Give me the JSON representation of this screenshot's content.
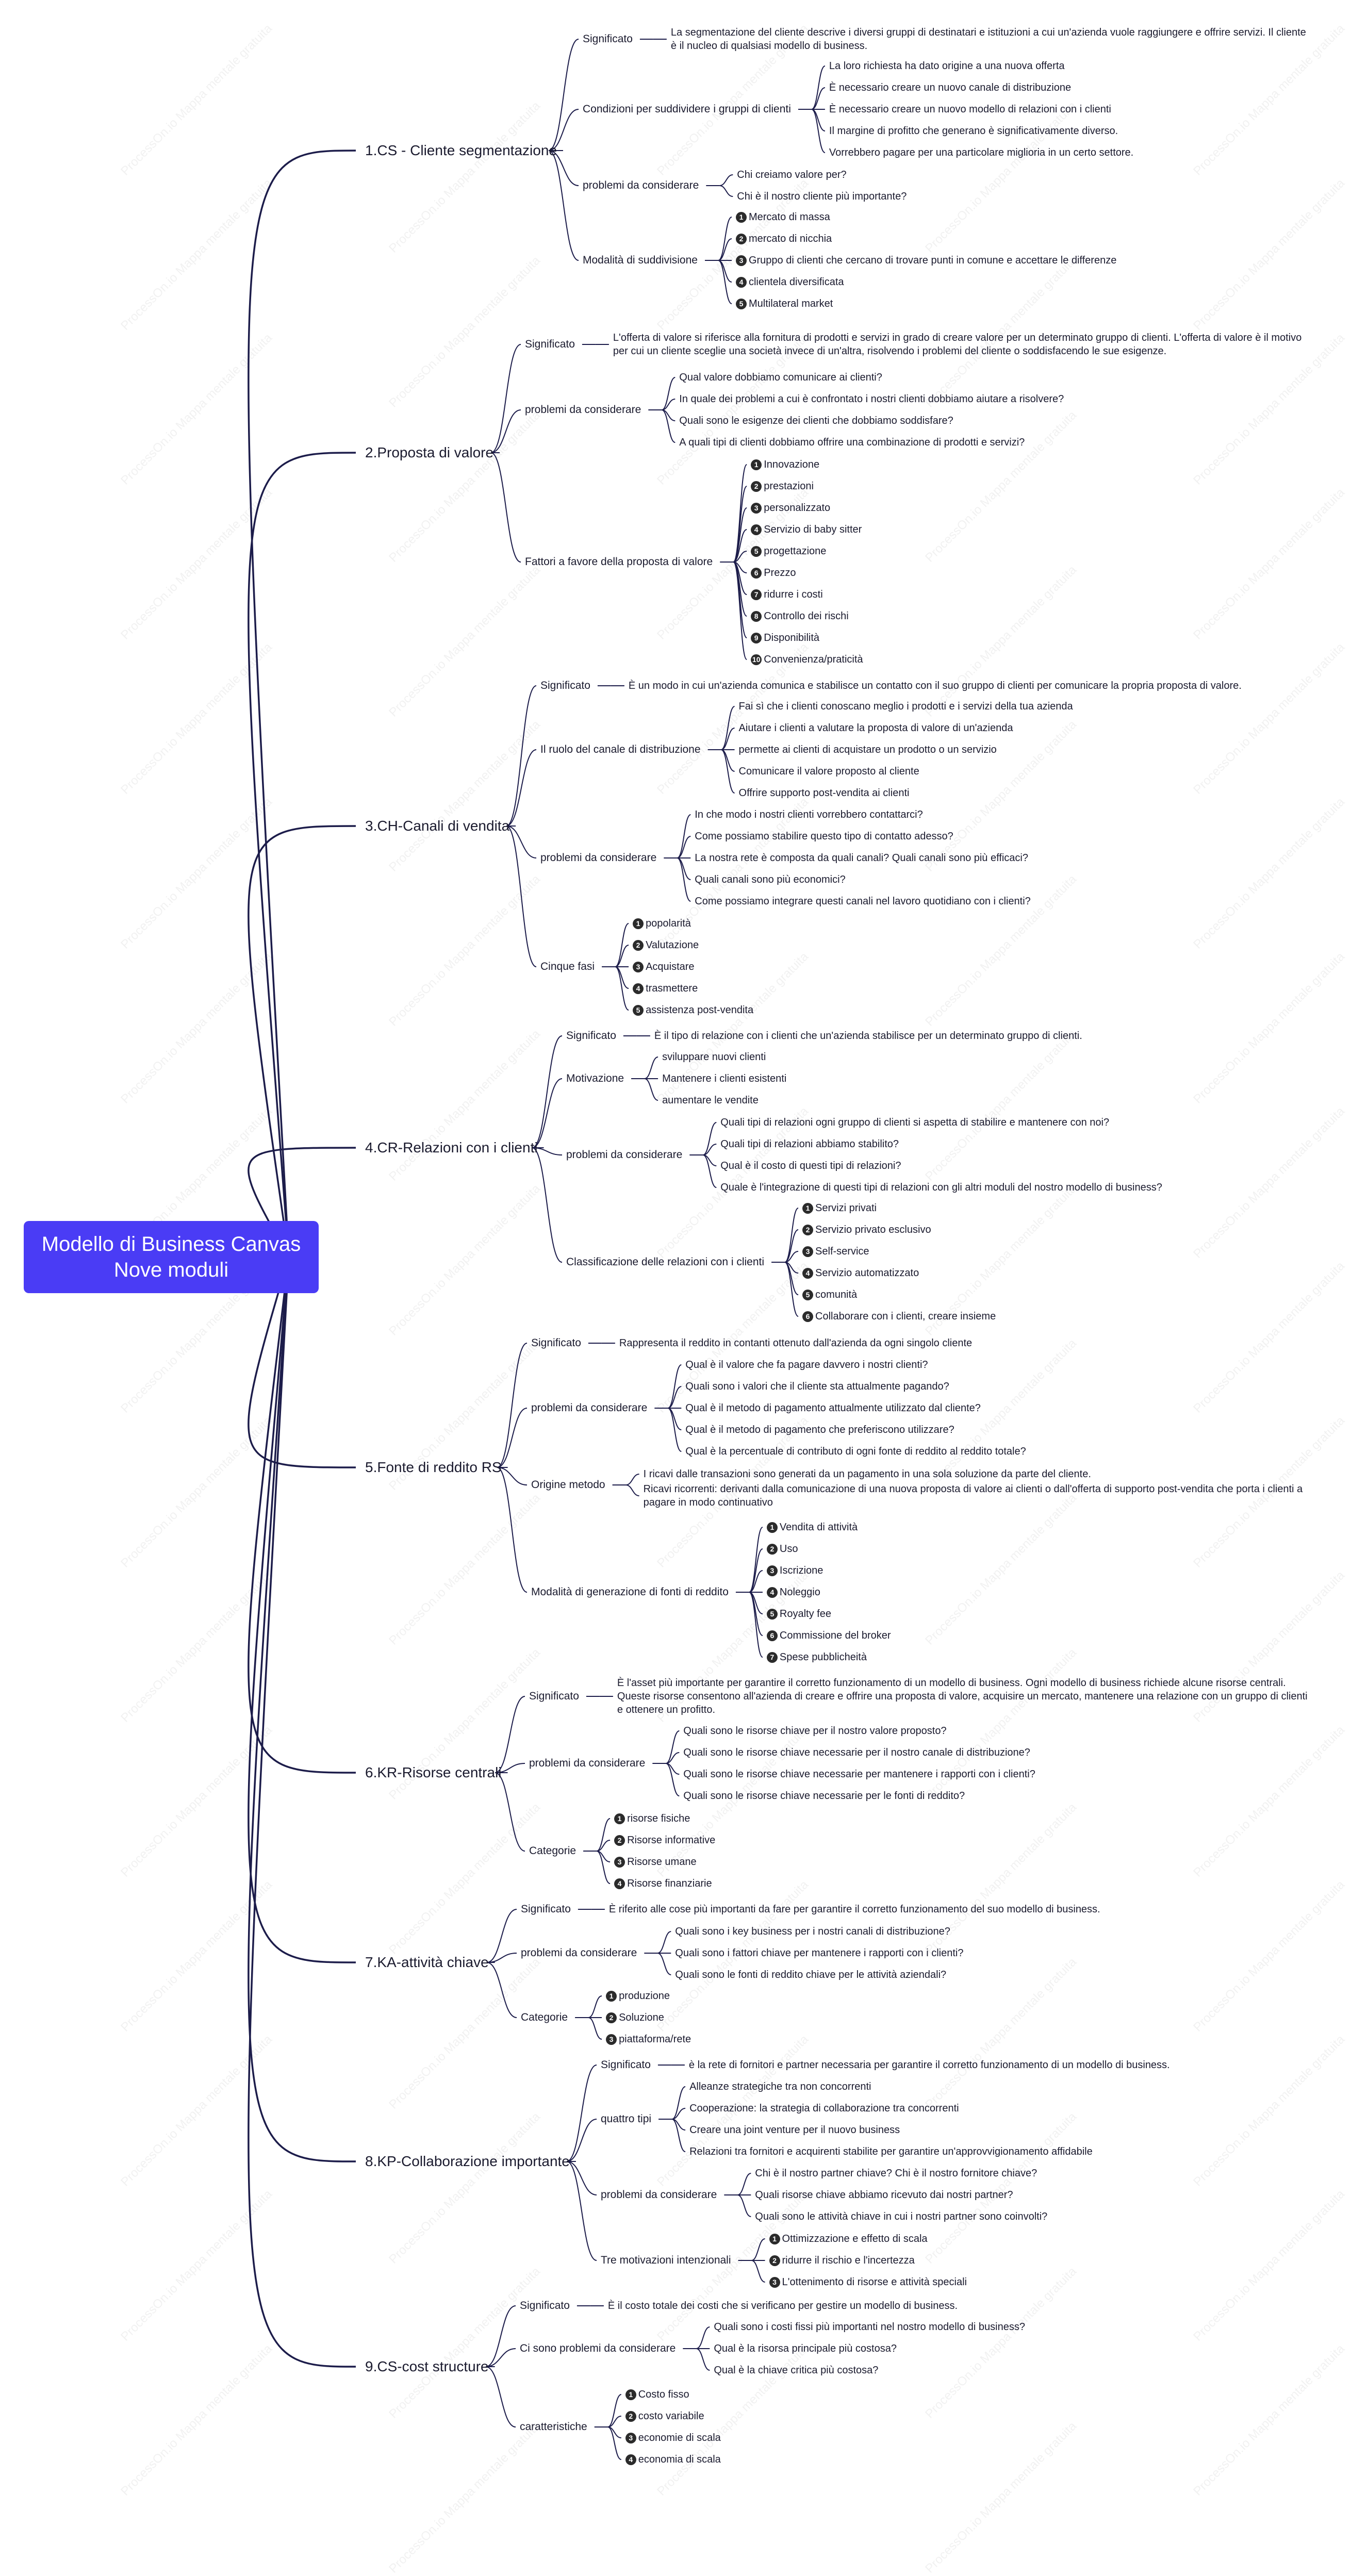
{
  "root": {
    "line1": "Modello di Business Canvas",
    "line2": "Nove moduli"
  },
  "watermark": "ProcessOn.io Mappa mentale gratuita",
  "colors": {
    "root_bg": "#4a3cf5",
    "line": "#1c1c4a",
    "text": "#1a1a2e"
  },
  "branches": [
    {
      "label": "1.CS - Cliente segmentazione",
      "children": [
        {
          "label": "Significato",
          "leaves": [
            {
              "text": "La segmentazione del cliente descrive i diversi gruppi di destinatari e istituzioni a cui un'azienda vuole raggiungere e offrire servizi. Il cliente è il nucleo di qualsiasi modello di business."
            }
          ]
        },
        {
          "label": "Condizioni per suddividere i gruppi di clienti",
          "leaves": [
            {
              "text": "La loro richiesta ha dato origine a una nuova offerta"
            },
            {
              "text": "È necessario creare un nuovo canale di distribuzione"
            },
            {
              "text": "È necessario creare un nuovo modello di relazioni con i clienti"
            },
            {
              "text": "Il margine di profitto che generano è significativamente diverso."
            },
            {
              "text": "Vorrebbero pagare per una particolare miglioria in un certo settore."
            }
          ]
        },
        {
          "label": "problemi da considerare",
          "leaves": [
            {
              "text": "Chi creiamo valore per?"
            },
            {
              "text": "Chi è il nostro cliente più importante?"
            }
          ]
        },
        {
          "label": "Modalità di suddivisione",
          "leaves": [
            {
              "n": "1",
              "text": "Mercato di massa"
            },
            {
              "n": "2",
              "text": "mercato di nicchia"
            },
            {
              "n": "3",
              "text": "Gruppo di clienti che cercano di trovare punti in comune e accettare le differenze"
            },
            {
              "n": "4",
              "text": "clientela diversificata"
            },
            {
              "n": "5",
              "text": "Multilateral market"
            }
          ]
        }
      ]
    },
    {
      "label": "2.Proposta di valore",
      "children": [
        {
          "label": "Significato",
          "leaves": [
            {
              "text": "L'offerta di valore si riferisce alla fornitura di prodotti e servizi in grado di creare valore per un determinato gruppo di clienti. L'offerta di valore è il motivo per cui un cliente sceglie una società invece di un'altra, risolvendo i problemi del cliente o soddisfacendo le sue esigenze."
            }
          ]
        },
        {
          "label": "problemi da considerare",
          "leaves": [
            {
              "text": "Qual valore dobbiamo comunicare ai clienti?"
            },
            {
              "text": "In quale dei problemi a cui è confrontato i nostri clienti dobbiamo aiutare a risolvere?"
            },
            {
              "text": "Quali sono le esigenze dei clienti che dobbiamo soddisfare?"
            },
            {
              "text": "A quali tipi di clienti dobbiamo offrire una combinazione di prodotti e servizi?"
            }
          ]
        },
        {
          "label": "Fattori a favore della proposta di valore",
          "leaves": [
            {
              "n": "1",
              "text": "Innovazione"
            },
            {
              "n": "2",
              "text": "prestazioni"
            },
            {
              "n": "3",
              "text": "personalizzato"
            },
            {
              "n": "4",
              "text": "Servizio di baby sitter"
            },
            {
              "n": "5",
              "text": "progettazione"
            },
            {
              "n": "6",
              "text": "Prezzo"
            },
            {
              "n": "7",
              "text": "ridurre i costi"
            },
            {
              "n": "8",
              "text": "Controllo dei rischi"
            },
            {
              "n": "9",
              "text": "Disponibilità"
            },
            {
              "n": "10",
              "text": "Convenienza/praticità"
            }
          ]
        }
      ]
    },
    {
      "label": "3.CH-Canali di vendita",
      "children": [
        {
          "label": "Significato",
          "leaves": [
            {
              "text": "È un modo in cui un'azienda comunica e stabilisce un contatto con il suo gruppo di clienti per comunicare la propria proposta di valore."
            }
          ]
        },
        {
          "label": "Il ruolo del canale di distribuzione",
          "leaves": [
            {
              "text": "Fai sì che i clienti conoscano meglio i prodotti e i servizi della tua azienda"
            },
            {
              "text": "Aiutare i clienti a valutare la proposta di valore di un'azienda"
            },
            {
              "text": "permette ai clienti di acquistare un prodotto o un servizio"
            },
            {
              "text": "Comunicare il valore proposto al cliente"
            },
            {
              "text": "Offrire supporto post-vendita ai clienti"
            }
          ]
        },
        {
          "label": "problemi da considerare",
          "leaves": [
            {
              "text": "In che modo i nostri clienti vorrebbero contattarci?"
            },
            {
              "text": "Come possiamo stabilire questo tipo di contatto adesso?"
            },
            {
              "text": "La nostra rete è composta da quali canali? Quali canali sono più efficaci?"
            },
            {
              "text": "Quali canali sono più economici?"
            },
            {
              "text": "Come possiamo integrare questi canali nel lavoro quotidiano con i clienti?"
            }
          ]
        },
        {
          "label": "Cinque fasi",
          "leaves": [
            {
              "n": "1",
              "text": "popolarità"
            },
            {
              "n": "2",
              "text": "Valutazione"
            },
            {
              "n": "3",
              "text": "Acquistare"
            },
            {
              "n": "4",
              "text": "trasmettere"
            },
            {
              "n": "5",
              "text": "assistenza post-vendita"
            }
          ]
        }
      ]
    },
    {
      "label": "4.CR-Relazioni con i clienti",
      "children": [
        {
          "label": "Significato",
          "leaves": [
            {
              "text": "È il tipo di relazione con i clienti che un'azienda stabilisce per un determinato gruppo di clienti."
            }
          ]
        },
        {
          "label": "Motivazione",
          "leaves": [
            {
              "text": "sviluppare nuovi clienti"
            },
            {
              "text": "Mantenere i clienti esistenti"
            },
            {
              "text": "aumentare le vendite"
            }
          ]
        },
        {
          "label": "problemi da considerare",
          "leaves": [
            {
              "text": "Quali tipi di relazioni ogni gruppo di clienti si aspetta di stabilire e mantenere con noi?"
            },
            {
              "text": "Quali tipi di relazioni abbiamo stabilito?"
            },
            {
              "text": "Qual è il costo di questi tipi di relazioni?"
            },
            {
              "text": "Quale è l'integrazione di questi tipi di relazioni con gli altri moduli del nostro modello di business?"
            }
          ]
        },
        {
          "label": "Classificazione delle relazioni con i clienti",
          "leaves": [
            {
              "n": "1",
              "text": "Servizi privati"
            },
            {
              "n": "2",
              "text": "Servizio privato esclusivo"
            },
            {
              "n": "3",
              "text": "Self-service"
            },
            {
              "n": "4",
              "text": "Servizio automatizzato"
            },
            {
              "n": "5",
              "text": "comunità"
            },
            {
              "n": "6",
              "text": "Collaborare con i clienti, creare insieme"
            }
          ]
        }
      ]
    },
    {
      "label": "5.Fonte di reddito RS",
      "children": [
        {
          "label": "Significato",
          "leaves": [
            {
              "text": "Rappresenta il reddito in contanti ottenuto dall'azienda da ogni singolo cliente"
            }
          ]
        },
        {
          "label": "problemi da considerare",
          "leaves": [
            {
              "text": "Qual è il valore che fa pagare davvero i nostri clienti?"
            },
            {
              "text": "Quali sono i valori che il cliente sta attualmente pagando?"
            },
            {
              "text": "Qual è il metodo di pagamento attualmente utilizzato dal cliente?"
            },
            {
              "text": "Qual è il metodo di pagamento che preferiscono utilizzare?"
            },
            {
              "text": "Qual è la percentuale di contributo di ogni fonte di reddito al reddito totale?"
            }
          ]
        },
        {
          "label": "Origine metodo",
          "leaves": [
            {
              "text": "I ricavi dalle transazioni sono generati da un pagamento in una sola soluzione da parte del cliente."
            },
            {
              "text": "Ricavi ricorrenti: derivanti dalla comunicazione di una nuova proposta di valore ai clienti o dall'offerta di supporto post-vendita che porta i clienti a pagare in modo continuativo"
            }
          ]
        },
        {
          "label": "Modalità di generazione di fonti di reddito",
          "leaves": [
            {
              "n": "1",
              "text": "Vendita di attività"
            },
            {
              "n": "2",
              "text": "Uso"
            },
            {
              "n": "3",
              "text": "Iscrizione"
            },
            {
              "n": "4",
              "text": "Noleggio"
            },
            {
              "n": "5",
              "text": "Royalty fee"
            },
            {
              "n": "6",
              "text": "Commissione del broker"
            },
            {
              "n": "7",
              "text": "Spese pubblicheità"
            }
          ]
        }
      ]
    },
    {
      "label": "6.KR-Risorse centrali",
      "children": [
        {
          "label": "Significato",
          "leaves": [
            {
              "text": "È l'asset più importante per garantire il corretto funzionamento di un modello di business. Ogni modello di business richiede alcune risorse centrali. Queste risorse consentono all'azienda di creare e offrire una proposta di valore, acquisire un mercato, mantenere una relazione con un gruppo di clienti e ottenere un profitto."
            }
          ]
        },
        {
          "label": "problemi da considerare",
          "leaves": [
            {
              "text": "Quali sono le risorse chiave per il nostro valore proposto?"
            },
            {
              "text": "Quali sono le risorse chiave necessarie per il nostro canale di distribuzione?"
            },
            {
              "text": "Quali sono le risorse chiave necessarie per mantenere i rapporti con i clienti?"
            },
            {
              "text": "Quali sono le risorse chiave necessarie per le fonti di reddito?"
            }
          ]
        },
        {
          "label": "Categorie",
          "leaves": [
            {
              "n": "1",
              "text": "risorse fisiche"
            },
            {
              "n": "2",
              "text": "Risorse informative"
            },
            {
              "n": "3",
              "text": "Risorse umane"
            },
            {
              "n": "4",
              "text": "Risorse finanziarie"
            }
          ]
        }
      ]
    },
    {
      "label": "7.KA-attività chiave",
      "children": [
        {
          "label": "Significato",
          "leaves": [
            {
              "text": "È riferito alle cose più importanti da fare per garantire il corretto funzionamento del suo modello di business."
            }
          ]
        },
        {
          "label": "problemi da considerare",
          "leaves": [
            {
              "text": "Quali sono i key business per i nostri canali di distribuzione?"
            },
            {
              "text": "Quali sono i fattori chiave per mantenere i rapporti con i clienti?"
            },
            {
              "text": "Quali sono le fonti di reddito chiave per le attività aziendali?"
            }
          ]
        },
        {
          "label": "Categorie",
          "leaves": [
            {
              "n": "1",
              "text": "produzione"
            },
            {
              "n": "2",
              "text": "Soluzione"
            },
            {
              "n": "3",
              "text": "piattaforma/rete"
            }
          ]
        }
      ]
    },
    {
      "label": "8.KP-Collaborazione importante",
      "children": [
        {
          "label": "Significato",
          "leaves": [
            {
              "text": "è la rete di fornitori e partner necessaria per garantire il corretto funzionamento di un modello di business."
            }
          ]
        },
        {
          "label": "quattro tipi",
          "leaves": [
            {
              "text": "Alleanze strategiche tra non concorrenti"
            },
            {
              "text": "Cooperazione: la strategia di collaborazione tra concorrenti"
            },
            {
              "text": "Creare una joint venture per il nuovo business"
            },
            {
              "text": "Relazioni tra fornitori e acquirenti stabilite per garantire un'approvvigionamento affidabile"
            }
          ]
        },
        {
          "label": "problemi da considerare",
          "leaves": [
            {
              "text": "Chi è il nostro partner chiave? Chi è il nostro fornitore chiave?"
            },
            {
              "text": "Quali risorse chiave abbiamo ricevuto dai nostri partner?"
            },
            {
              "text": "Quali sono le attività chiave in cui i nostri partner sono coinvolti?"
            }
          ]
        },
        {
          "label": "Tre motivazioni intenzionali",
          "leaves": [
            {
              "n": "1",
              "text": "Ottimizzazione e effetto di scala"
            },
            {
              "n": "2",
              "text": "ridurre il rischio e l'incertezza"
            },
            {
              "n": "3",
              "text": "L'ottenimento di risorse e attività speciali"
            }
          ]
        }
      ]
    },
    {
      "label": "9.CS-cost structure",
      "children": [
        {
          "label": "Significato",
          "leaves": [
            {
              "text": "È il costo totale dei costi che si verificano per gestire un modello di business."
            }
          ]
        },
        {
          "label": "Ci sono problemi da considerare",
          "leaves": [
            {
              "text": "Quali sono i costi fissi più importanti nel nostro modello di business?"
            },
            {
              "text": "Qual è la risorsa principale più costosa?"
            },
            {
              "text": "Qual è la chiave critica più costosa?"
            }
          ]
        },
        {
          "label": "caratteristiche",
          "leaves": [
            {
              "n": "1",
              "text": "Costo fisso"
            },
            {
              "n": "2",
              "text": "costo variabile"
            },
            {
              "n": "3",
              "text": "economie di scala"
            },
            {
              "n": "4",
              "text": "economia di scala"
            }
          ]
        }
      ]
    }
  ]
}
